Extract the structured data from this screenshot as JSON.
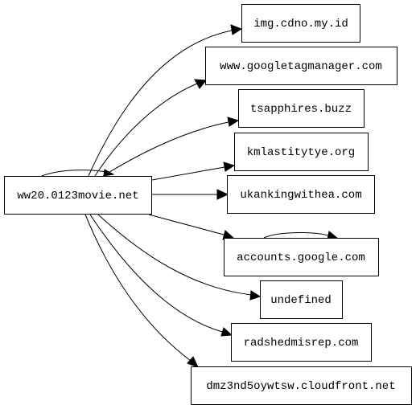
{
  "graph": {
    "source": "ww20.0123movie.net",
    "targets": [
      "img.cdno.my.id",
      "www.googletagmanager.com",
      "tsapphires.buzz",
      "kmlastitytye.org",
      "ukankingwithea.com",
      "accounts.google.com",
      "undefined",
      "radshedmisrep.com",
      "dmz3nd5oywtsw.cloudfront.net"
    ],
    "edges": [
      {
        "from": "ww20.0123movie.net",
        "to": "ww20.0123movie.net"
      },
      {
        "from": "ww20.0123movie.net",
        "to": "img.cdno.my.id"
      },
      {
        "from": "ww20.0123movie.net",
        "to": "www.googletagmanager.com"
      },
      {
        "from": "ww20.0123movie.net",
        "to": "tsapphires.buzz"
      },
      {
        "from": "ww20.0123movie.net",
        "to": "kmlastitytye.org"
      },
      {
        "from": "ww20.0123movie.net",
        "to": "ukankingwithea.com"
      },
      {
        "from": "ww20.0123movie.net",
        "to": "accounts.google.com"
      },
      {
        "from": "ww20.0123movie.net",
        "to": "undefined"
      },
      {
        "from": "ww20.0123movie.net",
        "to": "radshedmisrep.com"
      },
      {
        "from": "ww20.0123movie.net",
        "to": "dmz3nd5oywtsw.cloudfront.net"
      },
      {
        "from": "accounts.google.com",
        "to": "accounts.google.com"
      }
    ]
  }
}
